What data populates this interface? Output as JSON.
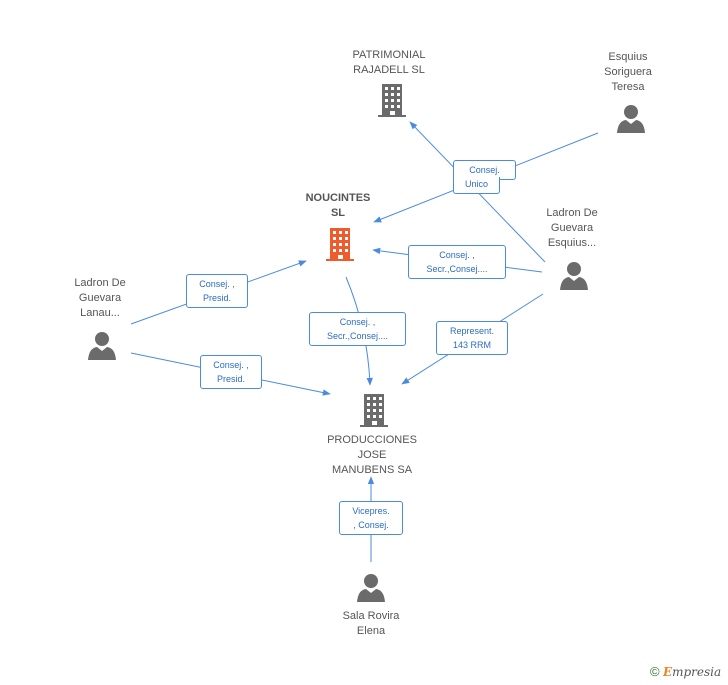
{
  "nodes": {
    "patrimonial": {
      "lines": [
        "PATRIMONIAL",
        "RAJADELL SL"
      ],
      "type": "company"
    },
    "noucintes": {
      "lines": [
        "NOUCINTES",
        "SL"
      ],
      "type": "company-focus"
    },
    "producciones": {
      "lines": [
        "PRODUCCIONES",
        "JOSE",
        "MANUBENS SA"
      ],
      "type": "company"
    },
    "esquius_soriguera": {
      "lines": [
        "Esquius",
        "Soriguera",
        "Teresa"
      ],
      "type": "person"
    },
    "ladron_esquius": {
      "lines": [
        "Ladron De",
        "Guevara",
        "Esquius..."
      ],
      "type": "person"
    },
    "ladron_lanau": {
      "lines": [
        "Ladron De",
        "Guevara",
        "Lanau..."
      ],
      "type": "person"
    },
    "sala_rovira": {
      "lines": [
        "Sala Rovira",
        "Elena"
      ],
      "type": "person"
    }
  },
  "edges": {
    "consej_unico": [
      "Consej.",
      "Unico"
    ],
    "ladron_esq_noucintes": [
      "Consej. ,",
      "Secr.,Consej...."
    ],
    "lanau_noucintes": [
      "Consej. ,",
      "Presid."
    ],
    "noucintes_producciones": [
      "Consej. ,",
      "Secr.,Consej...."
    ],
    "ladron_esq_producciones": [
      "Represent.",
      "143 RRM"
    ],
    "lanau_producciones": [
      "Consej. ,",
      "Presid."
    ],
    "sala_producciones": [
      "Vicepres.",
      ", Consej."
    ]
  },
  "colors": {
    "edge": "#4a8be0",
    "company_icon": "#6b6b6b",
    "focus_icon": "#ef5b2b",
    "person_icon": "#6b6b6b"
  },
  "footer": {
    "copyright": "©",
    "brand_initial": "E",
    "brand_rest": "mpresia"
  }
}
